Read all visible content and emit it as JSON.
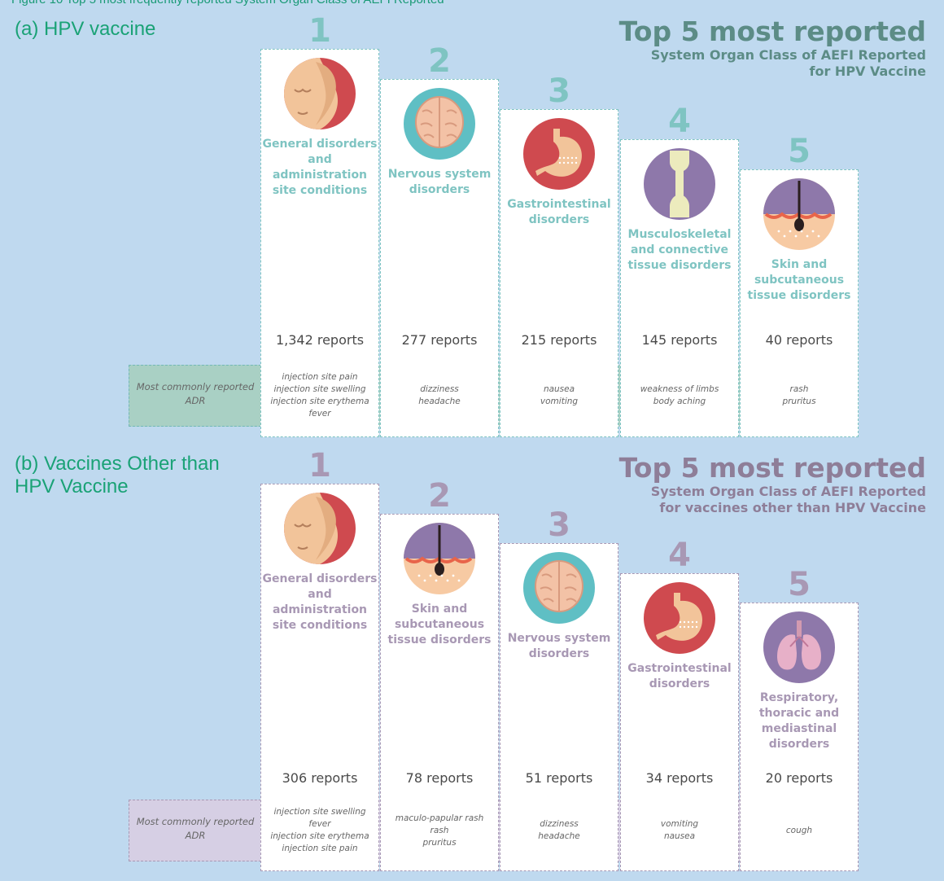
{
  "figure_title": "Figure 10 Top 5 most frequently reported System Organ Class of AEFI Reported",
  "colors": {
    "teal": "#5c8c86",
    "teal_light": "#7fc4c2",
    "purple": "#8e7e98",
    "purple_light": "#a898b4",
    "band_green": "#a9d0c4",
    "band_purple": "#d6cfe4"
  },
  "chart_data": [
    {
      "type": "bar",
      "section_label": "(a) HPV vaccine",
      "headline": "Top 5 most reported",
      "subtitle_line1": "System Organ Class of AEFI Reported",
      "subtitle_line2": "for HPV Vaccine",
      "adr_label": "Most commonly reported ADR",
      "ranks": [
        "1",
        "2",
        "3",
        "4",
        "5"
      ],
      "categories": [
        "General disorders and administration site conditions",
        "Nervous system disorders",
        "Gastrointestinal disorders",
        "Musculoskeletal and connective tissue disorders",
        "Skin and subcutaneous tissue disorders"
      ],
      "values": [
        1342,
        277,
        215,
        145,
        40
      ],
      "count_labels": [
        "1,342 reports",
        "277 reports",
        "215 reports",
        "145 reports",
        "40 reports"
      ],
      "icons": [
        "body-skin-icon",
        "brain-icon",
        "stomach-icon",
        "bone-joint-icon",
        "skin-layer-icon"
      ],
      "adr": [
        [
          "injection site pain",
          "injection site swelling",
          "injection site erythema",
          "fever"
        ],
        [
          "dizziness",
          "headache"
        ],
        [
          "nausea",
          "vomiting"
        ],
        [
          "weakness of limbs",
          "body aching"
        ],
        [
          "rash",
          "pruritus"
        ]
      ]
    },
    {
      "type": "bar",
      "section_label": "(b) Vaccines Other than HPV Vaccine",
      "headline": "Top 5 most reported",
      "subtitle_line1": "System Organ Class of AEFI Reported",
      "subtitle_line2": "for vaccines other than HPV Vaccine",
      "adr_label": "Most commonly reported ADR",
      "ranks": [
        "1",
        "2",
        "3",
        "4",
        "5"
      ],
      "categories": [
        "General disorders and administration site conditions",
        "Skin and subcutaneous tissue disorders",
        "Nervous system disorders",
        "Gastrointestinal disorders",
        "Respiratory, thoracic and mediastinal disorders"
      ],
      "values": [
        306,
        78,
        51,
        34,
        20
      ],
      "count_labels": [
        "306 reports",
        "78 reports",
        "51 reports",
        "34 reports",
        "20 reports"
      ],
      "icons": [
        "body-skin-icon",
        "skin-layer-icon",
        "brain-icon",
        "stomach-icon",
        "lungs-icon"
      ],
      "adr": [
        [
          "injection site swelling",
          "fever",
          "injection site erythema",
          "injection site pain"
        ],
        [
          "maculo-papular rash",
          "rash",
          "pruritus"
        ],
        [
          "dizziness",
          "headache"
        ],
        [
          "vomiting",
          "nausea"
        ],
        [
          "cough"
        ]
      ]
    }
  ]
}
